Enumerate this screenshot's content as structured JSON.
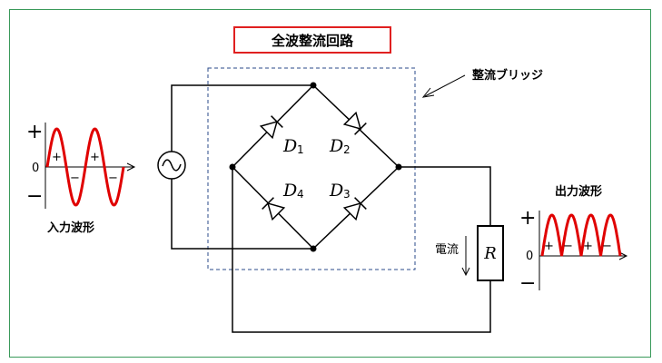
{
  "title": "全波整流回路",
  "bridge_label": "整流ブリッジ",
  "input": {
    "label": "入力波形",
    "plus": "+",
    "minus": "−",
    "zero": "0",
    "half_plus": "+",
    "half_minus": "−"
  },
  "output": {
    "label": "出力波形",
    "plus": "+",
    "minus": "−",
    "zero": "0",
    "half_plus": "+",
    "half_minus": "−"
  },
  "diodes": [
    {
      "name": "D",
      "sub": "1"
    },
    {
      "name": "D",
      "sub": "2"
    },
    {
      "name": "D",
      "sub": "3"
    },
    {
      "name": "D",
      "sub": "4"
    }
  ],
  "resistor": "R",
  "current_label": "電流",
  "colors": {
    "frame": "#3a9a5a",
    "title_border": "#e02020",
    "wave": "#e00000",
    "bridge_box": "#2a4a8a"
  }
}
